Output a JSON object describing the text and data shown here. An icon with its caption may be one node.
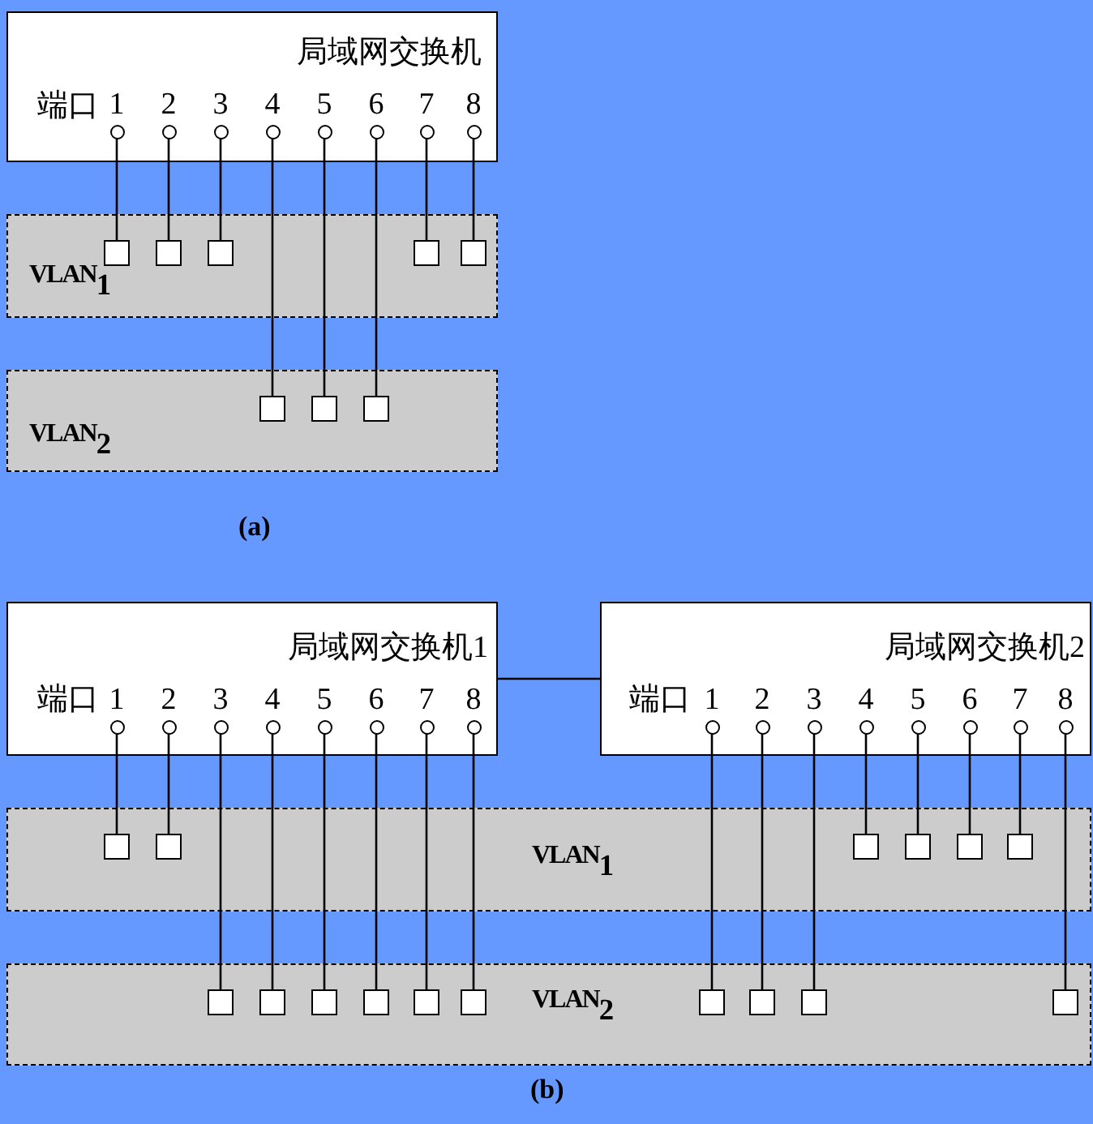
{
  "diagram": {
    "nodes": [
      {
        "text": [
          "局域网交换机",
          "端口"
        ]
      },
      {
        "text": [],
        "shape": "circle",
        "in": 0,
        "beside": [
          "1"
        ]
      },
      {
        "text": [],
        "shape": "circle",
        "in": 0,
        "beside": [
          "2"
        ]
      },
      {
        "text": [],
        "shape": "circle",
        "in": 0,
        "beside": [
          "3"
        ]
      },
      {
        "text": [],
        "shape": "circle",
        "in": 0,
        "beside": [
          "4"
        ]
      },
      {
        "text": [],
        "shape": "circle",
        "in": 0,
        "beside": [
          "5"
        ]
      },
      {
        "text": [],
        "shape": "circle",
        "in": 0,
        "beside": [
          "6"
        ]
      },
      {
        "text": [],
        "shape": "circle",
        "in": 0,
        "beside": [
          "7"
        ]
      },
      {
        "text": [],
        "shape": "circle",
        "in": 0,
        "beside": [
          "8"
        ]
      },
      {
        "text": [
          "VLAN$_{1}$"
        ]
      },
      {
        "text": [],
        "shape": "box",
        "in": 9
      },
      {
        "text": [],
        "shape": "box",
        "in": 9
      },
      {
        "text": [],
        "shape": "box",
        "in": 9
      },
      {
        "text": [],
        "shape": "box",
        "in": 9
      },
      {
        "text": [],
        "shape": "box",
        "in": 9
      },
      {
        "text": [
          "VLAN$_{2}$"
        ]
      },
      {
        "text": [],
        "shape": "box",
        "in": 15
      },
      {
        "text": [],
        "shape": "box",
        "in": 15
      },
      {
        "text": [],
        "shape": "box",
        "in": 15
      },
      {
        "text": [
          "局域网交换机1",
          "端口"
        ]
      },
      {
        "text": [],
        "shape": "circle",
        "in": 19,
        "beside": [
          "1"
        ]
      },
      {
        "text": [],
        "shape": "circle",
        "in": 19,
        "beside": [
          "2"
        ]
      },
      {
        "text": [],
        "shape": "circle",
        "in": 19,
        "beside": [
          "3"
        ]
      },
      {
        "text": [],
        "shape": "circle",
        "in": 19,
        "beside": [
          "4"
        ]
      },
      {
        "text": [],
        "shape": "circle",
        "in": 19,
        "beside": [
          "5"
        ]
      },
      {
        "text": [],
        "shape": "circle",
        "in": 19,
        "beside": [
          "6"
        ]
      },
      {
        "text": [],
        "shape": "circle",
        "in": 19,
        "beside": [
          "7"
        ]
      },
      {
        "text": [],
        "shape": "circle",
        "in": 19,
        "beside": [
          "8"
        ]
      },
      {
        "text": [
          "局域网交换机2",
          "端口"
        ]
      },
      {
        "text": [],
        "shape": "circle",
        "in": 28,
        "beside": [
          "1"
        ]
      },
      {
        "text": [],
        "shape": "circle",
        "in": 28,
        "beside": [
          "2"
        ]
      },
      {
        "text": [],
        "shape": "circle",
        "in": 28,
        "beside": [
          "3"
        ]
      },
      {
        "text": [],
        "shape": "circle",
        "in": 28,
        "beside": [
          "4"
        ]
      },
      {
        "text": [],
        "shape": "circle",
        "in": 28,
        "beside": [
          "5"
        ]
      },
      {
        "text": [],
        "shape": "circle",
        "in": 28,
        "beside": [
          "6"
        ]
      },
      {
        "text": [],
        "shape": "circle",
        "in": 28,
        "beside": [
          "7"
        ]
      },
      {
        "text": [],
        "shape": "circle",
        "in": 28,
        "beside": [
          "8"
        ]
      },
      {
        "text": [
          "VLAN$_{1}$"
        ]
      },
      {
        "text": [],
        "shape": "box",
        "in": 37
      },
      {
        "text": [],
        "shape": "box",
        "in": 37
      },
      {
        "text": [],
        "shape": "box",
        "in": 37
      },
      {
        "text": [],
        "shape": "box",
        "in": 37
      },
      {
        "text": [],
        "shape": "box",
        "in": 37
      },
      {
        "text": [],
        "shape": "box",
        "in": 37
      },
      {
        "text": [
          "VLAN$_{2}$"
        ]
      },
      {
        "text": [],
        "shape": "box",
        "in": 44
      },
      {
        "text": [],
        "shape": "box",
        "in": 44
      },
      {
        "text": [],
        "shape": "box",
        "in": 44
      },
      {
        "text": [],
        "shape": "box",
        "in": 44
      },
      {
        "text": [],
        "shape": "box",
        "in": 44
      },
      {
        "text": [],
        "shape": "box",
        "in": 44
      },
      {
        "text": [],
        "shape": "box",
        "in": 44
      },
      {
        "text": [],
        "shape": "box",
        "in": 44
      },
      {
        "text": [],
        "shape": "box",
        "in": 44
      },
      {
        "text": [],
        "shape": "box",
        "in": 44
      }
    ],
    "edges": [
      {
        "from": 1,
        "to": 10,
        "arrow": "none"
      },
      {
        "from": 2,
        "to": 11,
        "arrow": "none"
      },
      {
        "from": 3,
        "to": 12,
        "arrow": "none"
      },
      {
        "from": 7,
        "to": 13,
        "arrow": "none"
      },
      {
        "from": 8,
        "to": 14,
        "arrow": "none"
      },
      {
        "from": 4,
        "to": 16,
        "arrow": "none"
      },
      {
        "from": 5,
        "to": 17,
        "arrow": "none"
      },
      {
        "from": 6,
        "to": 18,
        "arrow": "none"
      },
      {
        "from": 19,
        "to": 28,
        "arrow": "none"
      },
      {
        "from": 20,
        "to": 38,
        "arrow": "none"
      },
      {
        "from": 21,
        "to": 39,
        "arrow": "none"
      },
      {
        "from": 22,
        "to": 45,
        "arrow": "none"
      },
      {
        "from": 23,
        "to": 46,
        "arrow": "none"
      },
      {
        "from": 24,
        "to": 47,
        "arrow": "none"
      },
      {
        "from": 25,
        "to": 48,
        "arrow": "none"
      },
      {
        "from": 26,
        "to": 49,
        "arrow": "none"
      },
      {
        "from": 27,
        "to": 50,
        "arrow": "none"
      },
      {
        "from": 29,
        "to": 51,
        "arrow": "none"
      },
      {
        "from": 30,
        "to": 52,
        "arrow": "none"
      },
      {
        "from": 31,
        "to": 53,
        "arrow": "none"
      },
      {
        "from": 32,
        "to": 40,
        "arrow": "none"
      },
      {
        "from": 33,
        "to": 41,
        "arrow": "none"
      },
      {
        "from": 34,
        "to": 42,
        "arrow": "none"
      },
      {
        "from": 35,
        "to": 43,
        "arrow": "none"
      },
      {
        "from": 36,
        "to": 54,
        "arrow": "none"
      }
    ],
    "labels": [
      "(a)",
      "(b)"
    ]
  }
}
